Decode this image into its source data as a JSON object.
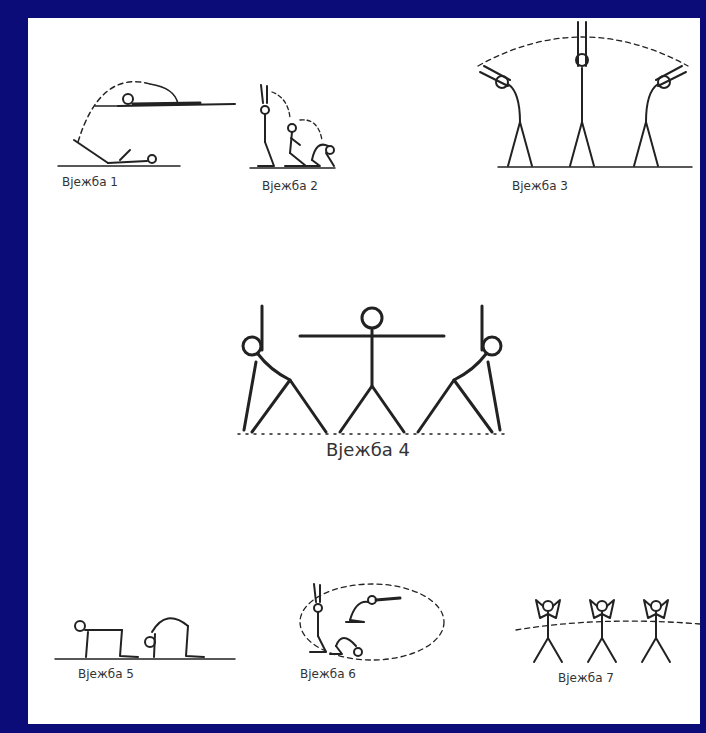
{
  "diagram": {
    "labels": [
      "Вјежба 1",
      "Вјежба 2",
      "Вјежба 3",
      "Вјежба 4",
      "Вјежба 5",
      "Вјежба 6",
      "Вјежба 7"
    ]
  }
}
